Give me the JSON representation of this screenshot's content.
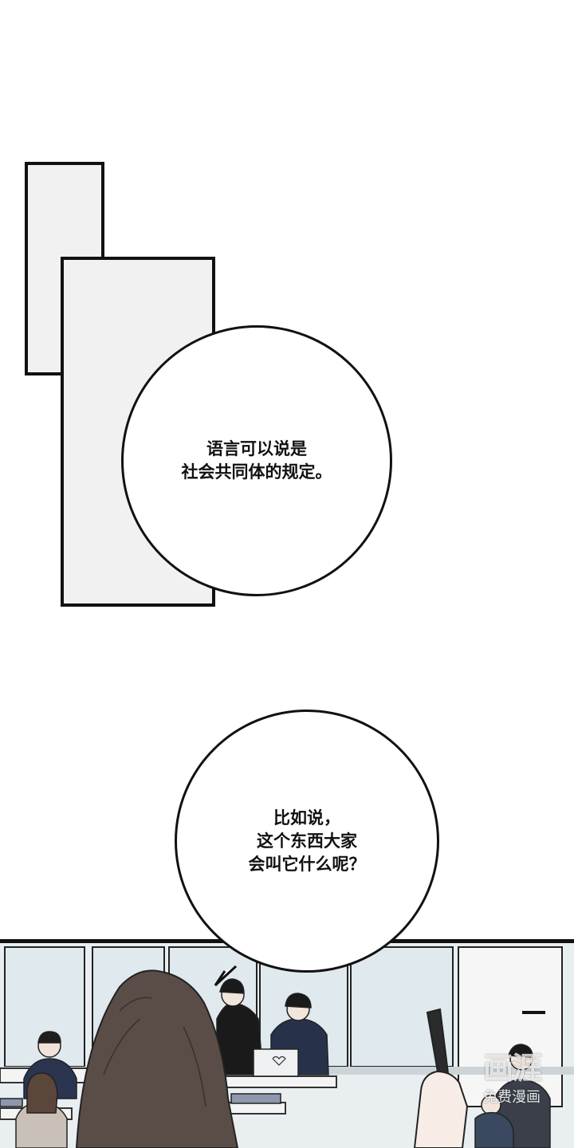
{
  "bubbles": [
    {
      "lines": [
        "语言可以说是",
        "社会共同体的规定。"
      ]
    },
    {
      "lines": [
        "比如说，",
        "这个东西大家",
        "会叫它什么呢？"
      ]
    }
  ],
  "watermark": {
    "logo": "画涯",
    "sub": "免费漫画"
  }
}
